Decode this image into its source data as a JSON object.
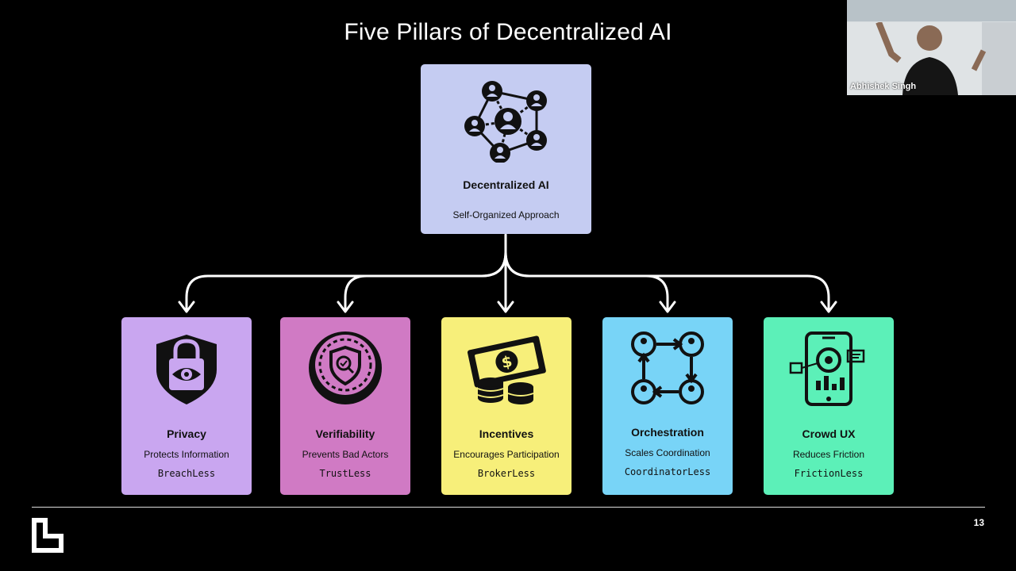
{
  "slide": {
    "title": "Five Pillars of Decentralized AI",
    "page_number": "13"
  },
  "top": {
    "title": "Decentralized AI",
    "subtitle": "Self-Organized Approach",
    "icon": "people-network-icon",
    "color": "#c5ccf2"
  },
  "pillars": [
    {
      "title": "Privacy",
      "subtitle": "Protects Information",
      "code": "BreachLess",
      "icon": "shield-lock-eye-icon",
      "color": "#c9a6f0"
    },
    {
      "title": "Verifiability",
      "subtitle": "Prevents Bad Actors",
      "code": "TrustLess",
      "icon": "verified-seal-icon",
      "color": "#d07ac4"
    },
    {
      "title": "Incentives",
      "subtitle": "Encourages Participation",
      "code": "BrokerLess",
      "icon": "money-coins-icon",
      "color": "#f7ef7a"
    },
    {
      "title": "Orchestration",
      "subtitle": "Scales Coordination",
      "code": "CoordinatorLess",
      "icon": "people-cycle-icon",
      "color": "#78d4f7"
    },
    {
      "title": "Crowd UX",
      "subtitle": "Reduces Friction",
      "code": "FrictionLess",
      "icon": "mobile-dashboard-icon",
      "color": "#5cf0b8"
    }
  ],
  "video": {
    "participant_name": "Abhishek Singh"
  }
}
